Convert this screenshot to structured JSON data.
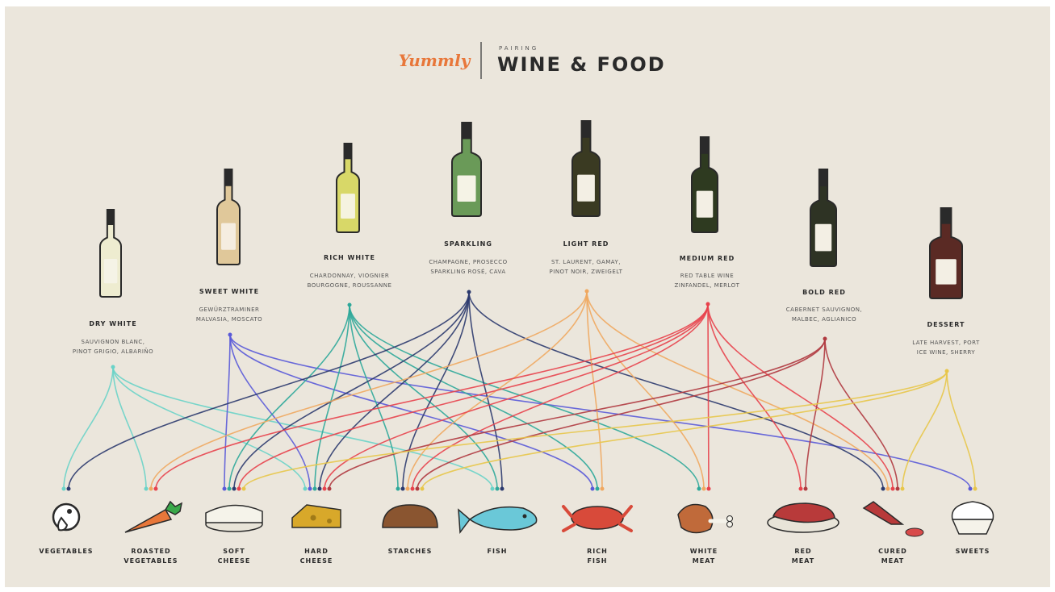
{
  "header": {
    "brand": "Yummly",
    "kicker": "PAIRING",
    "title": "WINE & FOOD"
  },
  "colors": {
    "background": "#ebe6dc",
    "dry_white": "#6ad3c8",
    "sweet_white": "#5a5ad8",
    "rich_white": "#2fa89a",
    "sparkling": "#2c3a6e",
    "light_red": "#f0a860",
    "medium_red": "#e8424c",
    "bold_red": "#b03a40",
    "dessert": "#e8c64a"
  },
  "wines": [
    {
      "id": "dry_white",
      "name": "DRY WHITE",
      "line1": "SAUVIGNON BLANC,",
      "line2": "PINOT GRIGIO, ALBARIÑO",
      "glass": "#eeecd0",
      "label": "#f5f3e6"
    },
    {
      "id": "sweet_white",
      "name": "SWEET WHITE",
      "line1": "GEWÜRZTRAMINER",
      "line2": "MALVASIA, MOSCATO",
      "glass": "#e0c89a",
      "label": "#f5ede0"
    },
    {
      "id": "rich_white",
      "name": "RICH WHITE",
      "line1": "CHARDONNAY, VIOGNIER",
      "line2": "BOURGOGNE, ROUSSANNE",
      "glass": "#d8d868",
      "label": "#f5f3e0"
    },
    {
      "id": "sparkling",
      "name": "SPARKLING",
      "line1": "CHAMPAGNE, PROSECCO",
      "line2": "SPARKLING ROSÉ, CAVA",
      "glass": "#6a9a58",
      "label": "#f5f3e6"
    },
    {
      "id": "light_red",
      "name": "LIGHT RED",
      "line1": "ST. LAURENT, GAMAY,",
      "line2": "PINOT NOIR, ZWEIGELT",
      "glass": "#3a3a22",
      "label": "#f3efe4"
    },
    {
      "id": "medium_red",
      "name": "MEDIUM RED",
      "line1": "RED TABLE WINE",
      "line2": "ZINFANDEL, MERLOT",
      "glass": "#2e3a20",
      "label": "#f3efe4"
    },
    {
      "id": "bold_red",
      "name": "BOLD RED",
      "line1": "CABERNET SAUVIGNON,",
      "line2": "MALBEC, AGLIANICO",
      "glass": "#2e3324",
      "label": "#f3efe4"
    },
    {
      "id": "dessert",
      "name": "DESSERT",
      "line1": "LATE HARVEST, PORT",
      "line2": "ICE WINE, SHERRY",
      "glass": "#5a2a24",
      "label": "#f3efe4"
    }
  ],
  "foods": [
    {
      "id": "vegetables",
      "line1": "VEGETABLES",
      "line2": ""
    },
    {
      "id": "roasted_vegetables",
      "line1": "ROASTED",
      "line2": "VEGETABLES"
    },
    {
      "id": "soft_cheese",
      "line1": "SOFT",
      "line2": "CHEESE"
    },
    {
      "id": "hard_cheese",
      "line1": "HARD",
      "line2": "CHEESE"
    },
    {
      "id": "starches",
      "line1": "STARCHES",
      "line2": ""
    },
    {
      "id": "fish",
      "line1": "FISH",
      "line2": ""
    },
    {
      "id": "rich_fish",
      "line1": "RICH",
      "line2": "FISH"
    },
    {
      "id": "white_meat",
      "line1": "WHITE",
      "line2": "MEAT"
    },
    {
      "id": "red_meat",
      "line1": "RED",
      "line2": "MEAT"
    },
    {
      "id": "cured_meat",
      "line1": "CURED",
      "line2": "MEAT"
    },
    {
      "id": "sweets",
      "line1": "SWEETS",
      "line2": ""
    }
  ],
  "pairings": {
    "dry_white": [
      "vegetables",
      "roasted_vegetables",
      "hard_cheese",
      "fish"
    ],
    "sweet_white": [
      "soft_cheese",
      "hard_cheese",
      "rich_fish",
      "sweets"
    ],
    "rich_white": [
      "soft_cheese",
      "hard_cheese",
      "starches",
      "fish",
      "rich_fish",
      "white_meat"
    ],
    "sparkling": [
      "vegetables",
      "soft_cheese",
      "hard_cheese",
      "starches",
      "fish",
      "cured_meat"
    ],
    "light_red": [
      "roasted_vegetables",
      "starches",
      "rich_fish",
      "white_meat",
      "cured_meat"
    ],
    "medium_red": [
      "roasted_vegetables",
      "soft_cheese",
      "hard_cheese",
      "starches",
      "white_meat",
      "red_meat",
      "cured_meat"
    ],
    "bold_red": [
      "hard_cheese",
      "starches",
      "red_meat",
      "cured_meat"
    ],
    "dessert": [
      "soft_cheese",
      "starches",
      "cured_meat",
      "sweets"
    ]
  }
}
